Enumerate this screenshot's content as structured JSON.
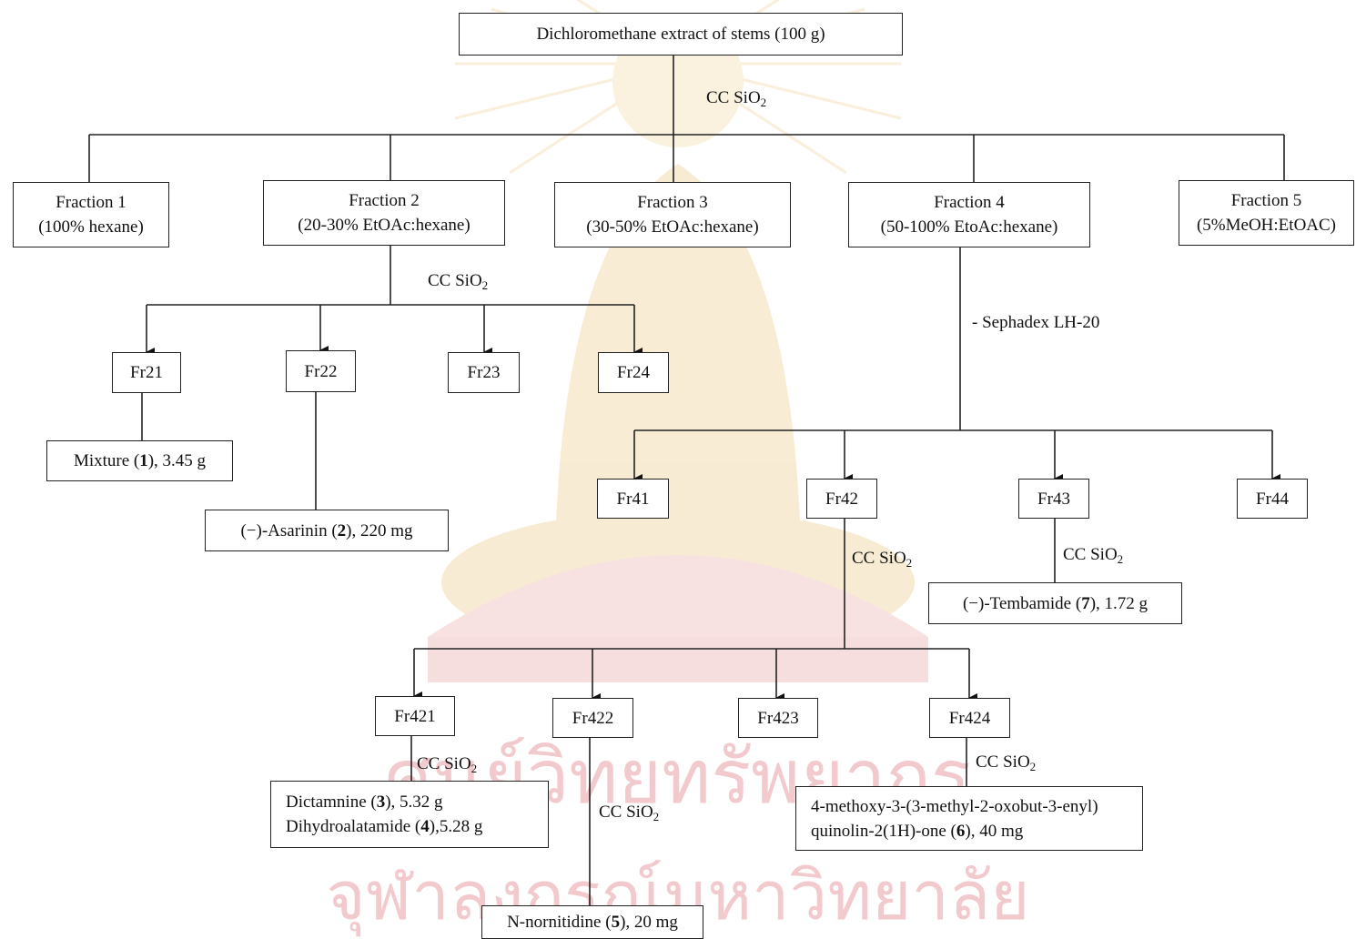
{
  "root": {
    "label": "Dichloromethane extract of stems (100 g)"
  },
  "separation_labels": {
    "cc_prefix": "CC SiO",
    "cc_subscript": "2",
    "sephadex": "- Sephadex LH-20"
  },
  "fractions": [
    {
      "name": "Fraction 1",
      "solvent": "(100% hexane)"
    },
    {
      "name": "Fraction 2",
      "solvent": "(20-30% EtOAc:hexane)"
    },
    {
      "name": "Fraction 3",
      "solvent": "(30-50% EtOAc:hexane)"
    },
    {
      "name": "Fraction 4",
      "solvent": "(50-100% EtoAc:hexane)"
    },
    {
      "name": "Fraction 5",
      "solvent": "(5%MeOH:EtOAC)"
    }
  ],
  "subfractions": {
    "fr21": "Fr21",
    "fr22": "Fr22",
    "fr23": "Fr23",
    "fr24": "Fr24",
    "fr41": "Fr41",
    "fr42": "Fr42",
    "fr43": "Fr43",
    "fr44": "Fr44",
    "fr421": "Fr421",
    "fr422": "Fr422",
    "fr423": "Fr423",
    "fr424": "Fr424"
  },
  "compounds": {
    "c1": {
      "pre": "Mixture (",
      "num": "1",
      "post": "), 3.45 g"
    },
    "c2": {
      "pre": "(−)-Asarinin (",
      "num": "2",
      "post": "), 220 mg"
    },
    "c7": {
      "pre": "(−)-Tembamide (",
      "num": "7",
      "post": "), 1.72 g"
    },
    "c3": {
      "pre": "Dictamnine (",
      "num": "3",
      "post": "), 5.32 g"
    },
    "c4": {
      "pre": "Dihydroalatamide (",
      "num": "4",
      "post": "),5.28 g"
    },
    "c5": {
      "pre": "N-nornitidine (",
      "num": "5",
      "post": "), 20 mg"
    },
    "c6": {
      "line1": "4-methoxy-3-(3-methyl-2-oxobut-3-enyl)",
      "pre": "quinolin-2(1H)-one (",
      "num": "6",
      "post": "), 40 mg"
    }
  },
  "watermark": {
    "line1": "ศูนย์วิทยทรัพยากร",
    "line2": "จุฬาลงกรณ์มหาวิทยาลัย",
    "color": "#e9a3a8",
    "emblem_color": "#f3dcb0"
  }
}
